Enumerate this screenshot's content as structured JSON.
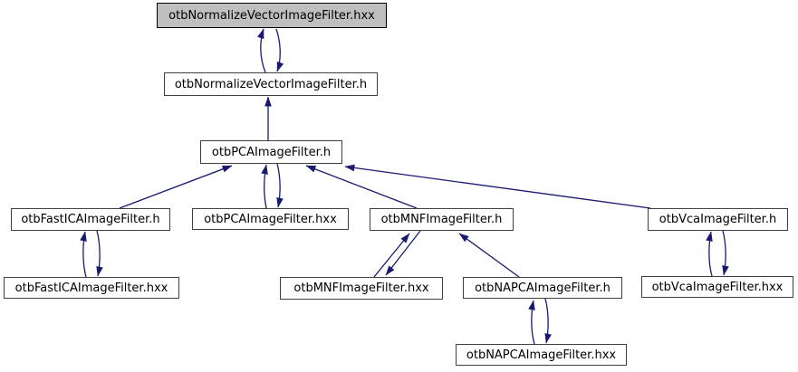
{
  "colors": {
    "background": "#ffffff",
    "edge-color": "#191970",
    "node-border": "#3f3f3f",
    "node-fill": "#ffffff",
    "selected-fill": "#bfbfbf",
    "text-color": "#000000"
  },
  "diagram": {
    "type": "include-dependency-graph",
    "nodes": [
      {
        "label": "otbNormalizeVectorImageFilter.hxx",
        "selected": true
      },
      {
        "label": "otbNormalizeVectorImageFilter.h"
      },
      {
        "label": "otbPCAImageFilter.h"
      },
      {
        "label": "otbFastICAImageFilter.h"
      },
      {
        "label": "otbPCAImageFilter.hxx"
      },
      {
        "label": "otbMNFImageFilter.h"
      },
      {
        "label": "otbVcaImageFilter.h"
      },
      {
        "label": "otbFastICAImageFilter.hxx"
      },
      {
        "label": "otbMNFImageFilter.hxx"
      },
      {
        "label": "otbNAPCAImageFilter.h"
      },
      {
        "label": "otbVcaImageFilter.hxx"
      },
      {
        "label": "otbNAPCAImageFilter.hxx"
      }
    ],
    "edges": [
      {
        "from": "otbNormalizeVectorImageFilter.h",
        "to": "otbNormalizeVectorImageFilter.hxx"
      },
      {
        "from": "otbNormalizeVectorImageFilter.hxx",
        "to": "otbNormalizeVectorImageFilter.h"
      },
      {
        "from": "otbPCAImageFilter.h",
        "to": "otbNormalizeVectorImageFilter.h"
      },
      {
        "from": "otbFastICAImageFilter.h",
        "to": "otbPCAImageFilter.h"
      },
      {
        "from": "otbPCAImageFilter.hxx",
        "to": "otbPCAImageFilter.h"
      },
      {
        "from": "otbPCAImageFilter.h",
        "to": "otbPCAImageFilter.hxx"
      },
      {
        "from": "otbMNFImageFilter.h",
        "to": "otbPCAImageFilter.h"
      },
      {
        "from": "otbVcaImageFilter.h",
        "to": "otbPCAImageFilter.h"
      },
      {
        "from": "otbFastICAImageFilter.hxx",
        "to": "otbFastICAImageFilter.h"
      },
      {
        "from": "otbFastICAImageFilter.h",
        "to": "otbFastICAImageFilter.hxx"
      },
      {
        "from": "otbMNFImageFilter.hxx",
        "to": "otbMNFImageFilter.h"
      },
      {
        "from": "otbMNFImageFilter.h",
        "to": "otbMNFImageFilter.hxx"
      },
      {
        "from": "otbNAPCAImageFilter.h",
        "to": "otbMNFImageFilter.h"
      },
      {
        "from": "otbNAPCAImageFilter.hxx",
        "to": "otbNAPCAImageFilter.h"
      },
      {
        "from": "otbNAPCAImageFilter.h",
        "to": "otbNAPCAImageFilter.hxx"
      },
      {
        "from": "otbVcaImageFilter.hxx",
        "to": "otbVcaImageFilter.h"
      },
      {
        "from": "otbVcaImageFilter.h",
        "to": "otbVcaImageFilter.hxx"
      }
    ]
  }
}
